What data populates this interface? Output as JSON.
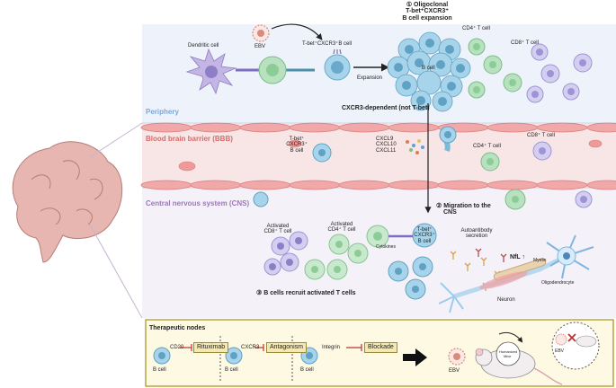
{
  "colors": {
    "periphery_bg": "#eef2fb",
    "bbb_bg": "#f8e6e6",
    "cns_bg": "#f3eef8",
    "periphery_label": "#7ea7d3",
    "bbb_label": "#d86a6a",
    "cns_label": "#9b78b6",
    "b_cell": "#9ccfe8",
    "t_cell": "#a9dcb0",
    "cd8_cell": "#c9c4ec",
    "therapy_box_border": "#b6a543",
    "therapy_box_bg": "#fdf9e3"
  },
  "regions": {
    "periphery": "Periphery",
    "bbb": "Blood brain barrier (BBB)",
    "cns": "Central nervous system (CNS)"
  },
  "periphery": {
    "dendritic_cell": "Dendritic cell",
    "ebv": "EBV",
    "tbet_b_cell": "T-bet⁺CXCR3⁺B cell",
    "expansion": "Expansion",
    "step1_line1": "① Oligoclonal",
    "step1_line2": "T-bet⁺CXCR3⁺",
    "step1_line3": "B cell expansion",
    "b_cell": "B cell",
    "cd4_t_cell": "CD4⁺ T cell",
    "cd8_t_cell": "CD8⁺ T cell"
  },
  "bbb": {
    "title": "CXCR3-dependent (not T-bet)",
    "tbet_line1": "T-bet⁺",
    "tbet_line2": "CXCR3⁺",
    "tbet_line3": "B cell",
    "cxcl9": "CXCL9",
    "cxcl10": "CXCL10",
    "cxcl11": "CXCL11",
    "cd4_t_cell": "CD4⁺ T cell",
    "cd8_t_cell": "CD8⁺ T cell"
  },
  "cns": {
    "activated_cd8_line1": "Activated",
    "activated_cd8_line2": "CD8⁺ T cell",
    "activated_cd4_line1": "Activated",
    "activated_cd4_line2": "CD4⁺ T cell",
    "cytokines": "Cytokines",
    "tbet_line1": "T-bet⁺",
    "tbet_line2": "CXCR3⁺",
    "tbet_line3": "B cell",
    "step2_line1": "② Migration to the",
    "step2_line2": "CNS",
    "autoantibody_line1": "Autoantibody",
    "autoantibody_line2": "secretion",
    "nfl": "NfL ↑",
    "myelin": "Myelin",
    "oligodendrocyte": "Oligodendrocyte",
    "neuron": "Neuron",
    "step3": "③ B cells recruit activated T cells"
  },
  "therapy": {
    "title": "Therapeutic nodes",
    "cd20": "CD20",
    "rituximab": "Rituximab",
    "cxcr3": "CXCR3",
    "antagonism": "Antagonism",
    "integrin": "Integrin",
    "blockade": "Blockade",
    "b_cell": "B cell",
    "ebv": "EBV",
    "humanized": "Humanized",
    "mouse": "Mice",
    "ebv2": "EBV"
  }
}
